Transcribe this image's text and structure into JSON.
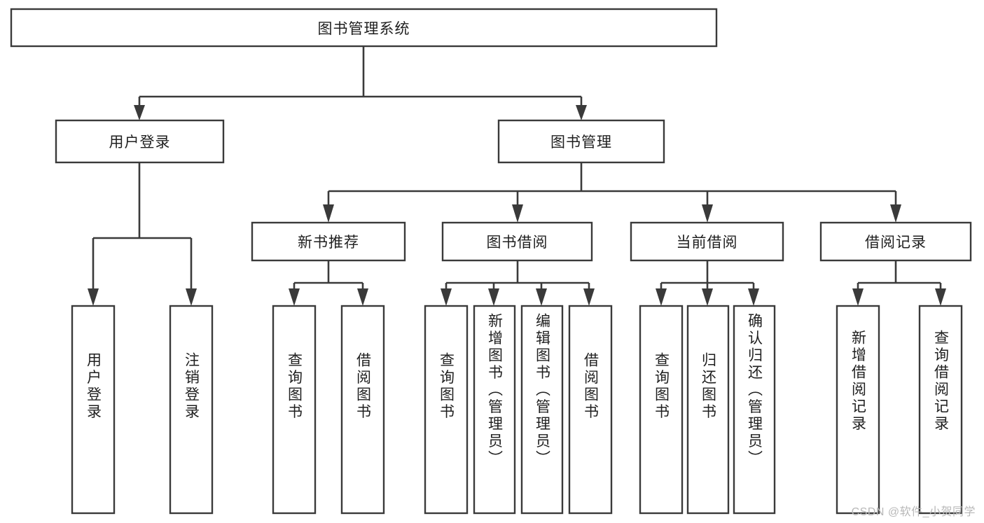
{
  "diagram": {
    "type": "tree-hierarchy",
    "title": "图书管理系统",
    "watermark": "CSDN @软件_小贺同学",
    "colors": {
      "background": "#ffffff",
      "box_fill": "#ffffff",
      "box_stroke": "#3a3a3a",
      "connector": "#3a3a3a",
      "text": "#1f1f1f",
      "watermark": "#b8b8b8"
    },
    "levels": {
      "root": "图书管理系统",
      "level2": [
        "用户登录",
        "图书管理"
      ],
      "level3": [
        "新书推荐",
        "图书借阅",
        "当前借阅",
        "借阅记录"
      ]
    },
    "nodes": {
      "root": {
        "label": "图书管理系统",
        "orientation": "horizontal"
      },
      "user_login": {
        "label": "用户登录",
        "orientation": "horizontal"
      },
      "book_manage": {
        "label": "图书管理",
        "orientation": "horizontal"
      },
      "new_book_rec": {
        "label": "新书推荐",
        "orientation": "horizontal"
      },
      "book_borrow": {
        "label": "图书借阅",
        "orientation": "horizontal"
      },
      "current_borrow": {
        "label": "当前借阅",
        "orientation": "horizontal"
      },
      "borrow_record": {
        "label": "借阅记录",
        "orientation": "horizontal"
      }
    },
    "leaves": {
      "user_login": [
        {
          "label": "用户登录"
        },
        {
          "label": "注销登录"
        }
      ],
      "new_book_rec": [
        {
          "label": "查询图书"
        },
        {
          "label": "借阅图书"
        }
      ],
      "book_borrow": [
        {
          "label": "查询图书"
        },
        {
          "label": "新增图书（管理员）"
        },
        {
          "label": "编辑图书（管理员）"
        },
        {
          "label": "借阅图书"
        }
      ],
      "current_borrow": [
        {
          "label": "查询图书"
        },
        {
          "label": "归还图书"
        },
        {
          "label": "确认归还（管理员）"
        }
      ],
      "borrow_record": [
        {
          "label": "新增借阅记录"
        },
        {
          "label": "查询借阅记录"
        }
      ]
    }
  }
}
